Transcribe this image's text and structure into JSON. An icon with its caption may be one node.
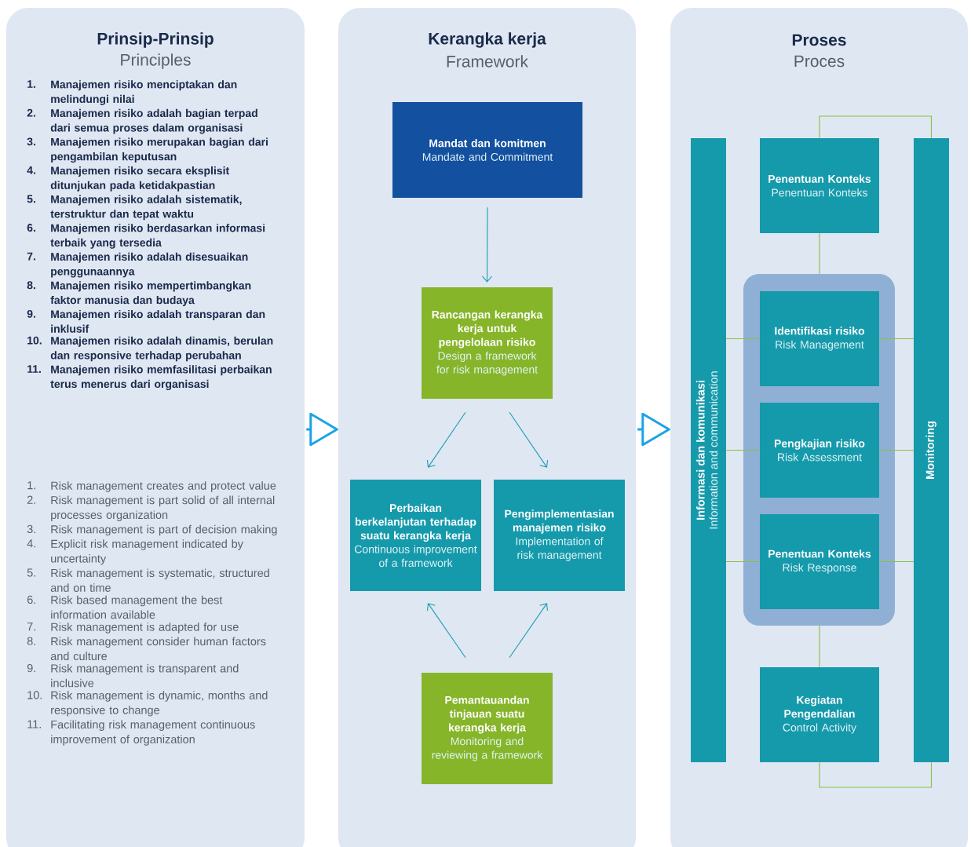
{
  "diagram": {
    "nodes": [
      {
        "text": [
          "Prinsip-Prinsip",
          "Principles"
        ]
      },
      {
        "text": [
          "Kerangka kerja",
          "Framework"
        ]
      },
      {
        "text": [
          "Proses",
          "Proces"
        ]
      },
      {
        "text": [
          "Mandat dan komitmen",
          "Mandate and Commitment"
        ],
        "in": 1
      },
      {
        "text": [
          "Rancangan kerangka kerja untuk pengelolaan risiko",
          "Design a framework for risk management"
        ],
        "in": 1
      },
      {
        "text": [
          "Perbaikan berkelanjutan terhadap suatu kerangka kerja",
          "Continuous improvement of a framework"
        ],
        "in": 1
      },
      {
        "text": [
          "Pengimplementasian manajemen risiko",
          "Implementation of risk management"
        ],
        "in": 1
      },
      {
        "text": [
          "Pemantauandan tinjauan suatu kerangka kerja",
          "Monitoring and reviewing a framework"
        ],
        "in": 1
      },
      {
        "text": [
          "Informasi dan komunikasi",
          "Information and communication"
        ],
        "in": 2
      },
      {
        "text": [
          "Penentuan Konteks",
          "Penentuan Konteks"
        ],
        "in": 2
      },
      {
        "text": [],
        "shape": "box",
        "in": 2
      },
      {
        "text": [
          "Identifikasi risiko",
          "Risk Management"
        ],
        "in": 10
      },
      {
        "text": [
          "Pengkajian risiko",
          "Risk Assessment"
        ],
        "in": 10
      },
      {
        "text": [
          "Penentuan Konteks",
          "Risk Response"
        ],
        "in": 10
      },
      {
        "text": [
          "Kegiatan Pengendalian",
          "Control Activity"
        ],
        "in": 2
      },
      {
        "text": [
          "Monitoring"
        ],
        "in": 2
      }
    ],
    "edges": [
      {
        "from": 0,
        "to": 1,
        "arrow": "to",
        "style": "thick",
        "color": "#1aa3e6"
      },
      {
        "from": 1,
        "to": 2,
        "arrow": "to",
        "style": "thick",
        "color": "#1aa3e6"
      },
      {
        "from": 3,
        "to": 4,
        "arrow": "to",
        "color": "#1c9db2"
      },
      {
        "from": 4,
        "to": 5,
        "arrow": "to",
        "color": "#1c9db2"
      },
      {
        "from": 4,
        "to": 6,
        "arrow": "to",
        "color": "#1c9db2"
      },
      {
        "from": 7,
        "to": 5,
        "arrow": "to",
        "color": "#1c9db2"
      },
      {
        "from": 7,
        "to": 6,
        "arrow": "to",
        "color": "#1c9db2"
      },
      {
        "from": 9,
        "to": 15,
        "arrow": "none"
      },
      {
        "from": 9,
        "to": 10,
        "arrow": "none"
      },
      {
        "from": 10,
        "to": 14,
        "arrow": "none"
      },
      {
        "from": 14,
        "to": 15,
        "arrow": "none"
      },
      {
        "from": 8,
        "to": 11,
        "arrow": "none"
      },
      {
        "from": 11,
        "to": 15,
        "arrow": "none"
      },
      {
        "from": 8,
        "to": 12,
        "arrow": "none"
      },
      {
        "from": 12,
        "to": 15,
        "arrow": "none"
      },
      {
        "from": 8,
        "to": 13,
        "arrow": "none"
      },
      {
        "from": 13,
        "to": 15,
        "arrow": "none"
      }
    ],
    "labels": [
      "1.",
      "Manajemen risiko menciptakan dan melindungi nilai",
      "2.",
      "Manajemen risiko adalah bagian terpad dari semua proses dalam organisasi",
      "3.",
      "Manajemen risiko merupakan bagian dari pengambilan keputusan",
      "4.",
      "Manajemen risiko secara eksplisit ditunjukan pada ketidakpastian",
      "5.",
      "Manajemen risiko adalah sistematik, terstruktur dan tepat waktu",
      "6.",
      "Manajemen risiko berdasarkan informasi terbaik yang tersedia",
      "7.",
      "Manajemen risiko adalah disesuaikan penggunaannya",
      "8.",
      "Manajemen risiko mempertimbangkan faktor manusia dan budaya",
      "9.",
      "Manajemen risiko adalah transparan dan inklusif",
      "10.",
      "Manajemen risiko adalah dinamis, berulan dan responsive terhadap perubahan",
      "11.",
      "Manajemen risiko memfasilitasi perbaikan terus menerus dari organisasi",
      "1.",
      "Risk management creates and protect value",
      "2.",
      "Risk management is part solid of all internal processes organization",
      "3.",
      "Risk management is part of decision making",
      "4.",
      "Explicit risk management indicated by uncertainty",
      "5.",
      "Risk management is systematic, structured and on time",
      "6.",
      "Risk based management the best information available",
      "7.",
      "Risk management is adapted for use",
      "8.",
      "Risk management consider human factors and culture",
      "9.",
      "Risk management is transparent and inclusive",
      "10.",
      "Risk management is dynamic, months and responsive to change",
      "11.",
      "Facilitating risk management continuous improvement of organization"
    ]
  }
}
